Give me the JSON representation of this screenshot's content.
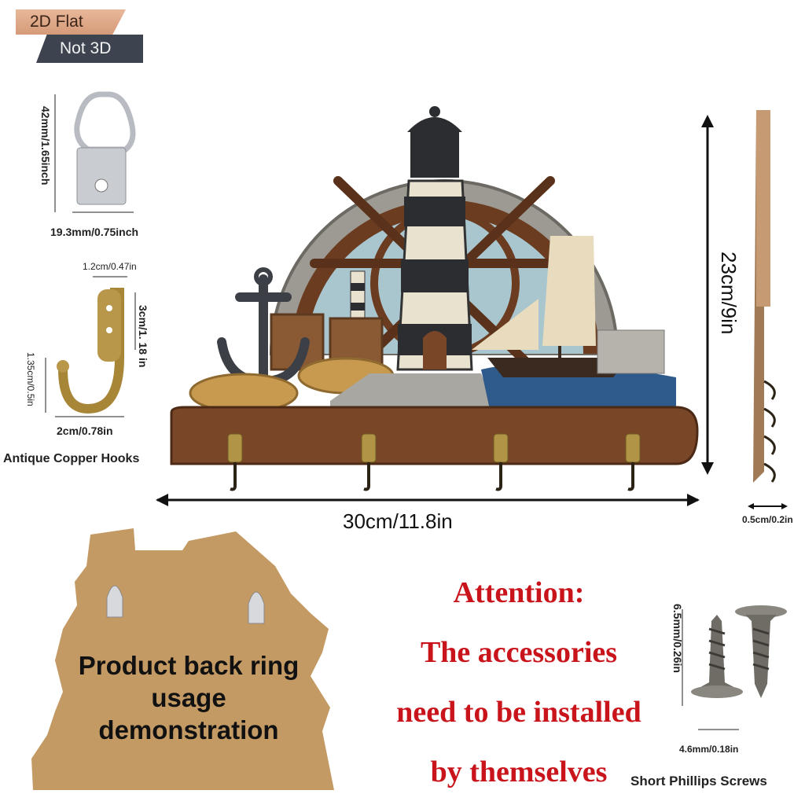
{
  "badge": {
    "top": "2D Flat",
    "bottom": "Not 3D"
  },
  "hanger": {
    "height_label": "42mm/1.65inch",
    "width_label": "19.3mm/0.75inch"
  },
  "hook": {
    "top_label": "1.2cm/0.47in",
    "right_label": "3cm/1. 18 in",
    "left_label": "1.35cm/0.5in",
    "bottom_label": "2cm/0.78in",
    "caption": "Antique Copper Hooks"
  },
  "product": {
    "width_label": "30cm/11.8in",
    "height_label": "23cm/9in",
    "depth_label": "0.5cm/0.2in"
  },
  "back": {
    "lines": [
      "Product back ring",
      "usage",
      "demonstration"
    ]
  },
  "attention": {
    "lines": [
      "Attention:",
      "The accessories",
      "need to be installed",
      "by themselves"
    ]
  },
  "screws": {
    "height_label": "6.5mm/0.26in",
    "width_label": "4.6mm/0.18in",
    "caption": "Short Phillips Screws"
  },
  "colors": {
    "accent_red": "#c8141a",
    "wood": "#7a4628",
    "sky": "#a9c6cf",
    "board": "#c49a64"
  }
}
